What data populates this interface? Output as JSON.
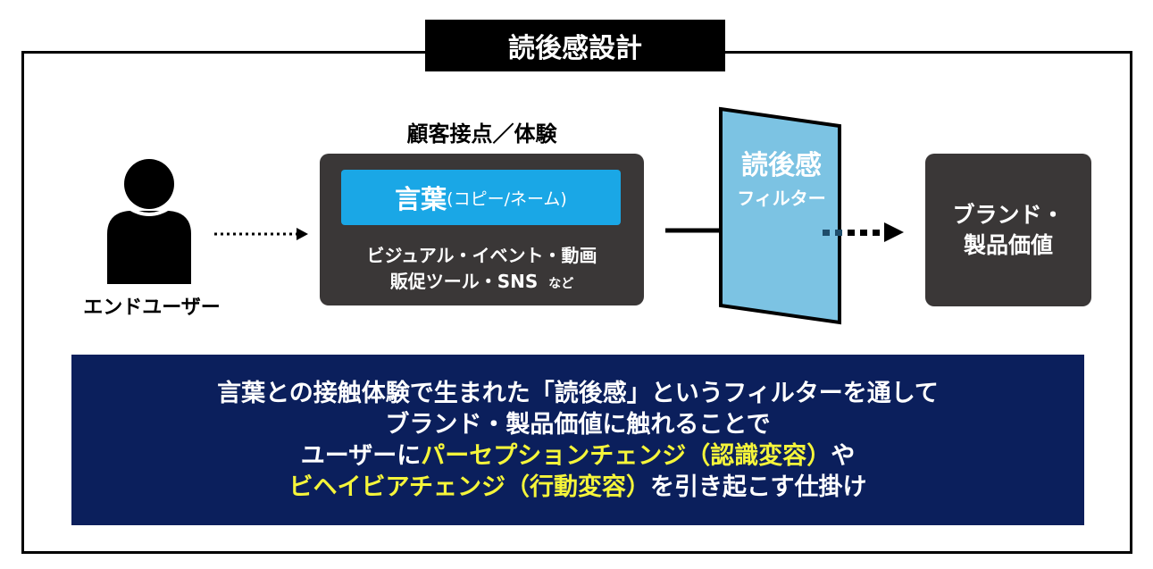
{
  "title": "読後感設計",
  "end_user": {
    "label": "エンドユーザー"
  },
  "touchpoint": {
    "heading": "顧客接点／体験",
    "word_main": "言葉",
    "word_sub": "(コピー/ネーム)",
    "line1": "ビジュアル・イベント・動画",
    "line2": "販促ツール・SNS",
    "line2_suffix": "など"
  },
  "filter": {
    "line1": "読後感",
    "line2": "フィルター"
  },
  "brand": {
    "line1": "ブランド・",
    "line2": "製品価値"
  },
  "summary": {
    "line1": "言葉との接触体験で生まれた「読後感」というフィルターを通して",
    "line2": "ブランド・製品価値に触れることで",
    "line3_a": "ユーザーに",
    "line3_b": "パーセプションチェンジ（認識変容）",
    "line3_c": "や",
    "line4_a": "ビヘイビアチェンジ（行動変容）",
    "line4_b": "を引き起こす仕掛け"
  },
  "colors": {
    "accent_blue": "#1aa7e6",
    "filter_blue": "#7cc3e3",
    "navy": "#0b1f5c",
    "highlight": "#f5f53a",
    "dark_box": "#3a3737"
  }
}
